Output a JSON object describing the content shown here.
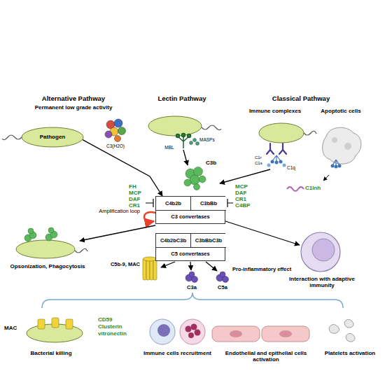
{
  "diagram": {
    "nodes": [
      {
        "text": [
          "Pathogen"
        ]
      },
      {
        "text": [
          "C3 convertases"
        ]
      },
      {
        "text": [
          "C4b2b"
        ],
        "in": 1
      },
      {
        "text": [
          "C3bBb"
        ],
        "in": 1
      },
      {
        "text": [
          "C5 convertases"
        ]
      },
      {
        "text": [
          "C4b2bC3b"
        ],
        "in": 4
      },
      {
        "text": [
          "C3bBbC3b"
        ],
        "in": 4
      }
    ],
    "edges": [
      {
        "from": 0,
        "to": 1,
        "arrow": "to"
      }
    ],
    "labels": [
      "Alternative Pathway",
      "Permanent low grade activity",
      "Lectin Pathway",
      "Classical Pathway",
      "Immune complexes",
      "Apoptotic cells",
      "C3(H2O)",
      "MBL",
      "MASPs",
      "C1r",
      "C1s",
      "C1q",
      "C1Inh",
      "C3b",
      "FH",
      "MCP",
      "DAF",
      "CR1",
      "MCP",
      "DAF",
      "CR1",
      "C4BP",
      "Amplification loop",
      "Opsonization, Phagocytosis",
      "Interaction with adaptive immunity",
      "C5b-9, MAC",
      "C3a",
      "C5a",
      "Pro-inflammatory effect",
      "MAC",
      "Bacterial killing",
      "CD59",
      "Clusterin",
      "vitronectin",
      "Immune cells recruitment",
      "Endothelial and epithelial cells activation",
      "Platelets activation"
    ]
  }
}
